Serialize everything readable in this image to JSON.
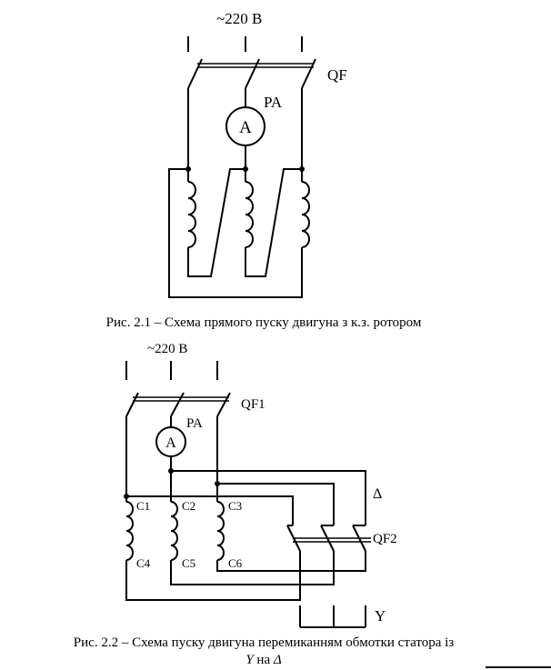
{
  "figure1": {
    "supply_label": "~220 В",
    "breaker_label": "QF",
    "ammeter_label": "PA",
    "ammeter_symbol": "A",
    "caption": "Рис. 2.1 – Схема прямого пуску двигуна з к.з. ротором"
  },
  "figure2": {
    "supply_label": "~220 В",
    "breaker_label": "QF1",
    "ammeter_label": "PA",
    "ammeter_symbol": "A",
    "winding_labels": [
      "C1",
      "C2",
      "C3",
      "C4",
      "C5",
      "C6"
    ],
    "delta_label": "Δ",
    "switch_label": "QF2",
    "star_label": "Y",
    "caption_line1": "Рис. 2.2 – Схема пуску двигуна перемиканням обмотки статора із",
    "caption_line2_y": "Y",
    "caption_line2_mid": " на ",
    "caption_line2_delta": "Δ"
  }
}
